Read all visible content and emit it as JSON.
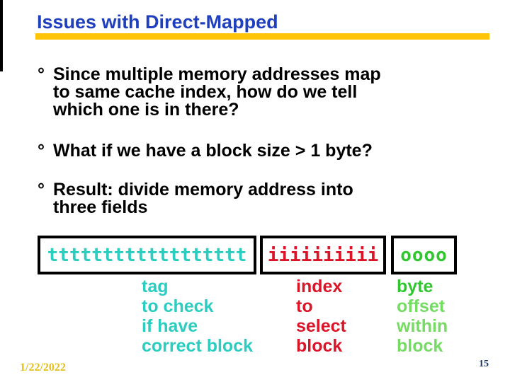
{
  "title": "Issues with Direct-Mapped",
  "bullets": [
    {
      "marker": "°",
      "lines": [
        "Since multiple memory addresses map",
        "to same cache index, how do we tell",
        "which one is in there?"
      ]
    },
    {
      "marker": "°",
      "lines": [
        "What if we have a block size > 1 byte?"
      ]
    },
    {
      "marker": "°",
      "lines": [
        "Result: divide memory address into",
        "three fields"
      ]
    }
  ],
  "fields": [
    {
      "name": "tag",
      "bits": "tttttttttttttttttt",
      "bit_count": 18,
      "color": "#2BCDC0",
      "labels": [
        "tag",
        "to check",
        "if have",
        "correct block"
      ]
    },
    {
      "name": "index",
      "bits": "iiiiiiiiii",
      "bit_count": 10,
      "color": "#DC1428",
      "labels": [
        "index",
        "to",
        "select",
        "block"
      ]
    },
    {
      "name": "byte-offset",
      "bits": "oooo",
      "bit_count": 4,
      "color": "#2EC82E",
      "labels": [
        "byte",
        "offset",
        "within",
        "block"
      ]
    }
  ],
  "footer": {
    "date": "1/22/2022",
    "page": "15"
  },
  "colors": {
    "title_blue": "#1E3FBE",
    "underline_gold": "#FDC408",
    "tag_cyan": "#2BCDC0",
    "index_red": "#DC1428",
    "offset_green": "#2EC82E",
    "offset_green_light": "#74DB63",
    "date_gold": "#E3C11C",
    "page_navy": "#1C3665",
    "body_text": "#000000"
  }
}
